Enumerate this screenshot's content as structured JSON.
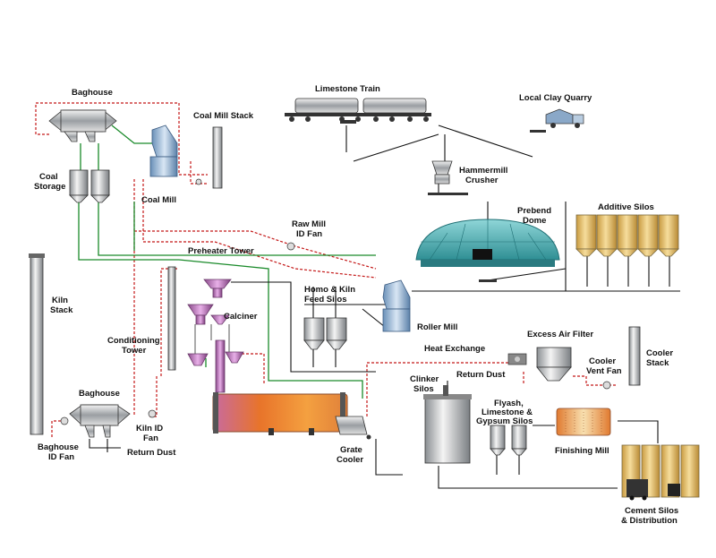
{
  "labels": {
    "baghouse_top": "Baghouse",
    "coal_mill_stack": "Coal Mill Stack",
    "limestone_train": "Limestone Train",
    "local_clay_quarry": "Local Clay Quarry",
    "coal_storage_1": "Coal",
    "coal_storage_2": "Storage",
    "coal_mill": "Coal Mill",
    "hammermill_1": "Hammermill",
    "hammermill_2": "Crusher",
    "prebend_1": "Prebend",
    "prebend_2": "Dome",
    "additive_silos": "Additive Silos",
    "raw_mill_1": "Raw Mill",
    "raw_mill_2": "ID Fan",
    "preheater_tower": "Preheater Tower",
    "kiln_stack_1": "Kiln",
    "kiln_stack_2": "Stack",
    "homo_1": "Homo & Kiln",
    "homo_2": "Feed Silos",
    "calciner": "Calciner",
    "roller_mill": "Roller Mill",
    "conditioning_1": "Conditioning",
    "conditioning_2": "Tower",
    "excess_air_filter": "Excess Air Filter",
    "heat_exchange": "Heat Exchange",
    "cooler_vent_1": "Cooler",
    "cooler_vent_2": "Vent Fan",
    "cooler_stack_1": "Cooler",
    "cooler_stack_2": "Stack",
    "return_dust_top": "Return Dust",
    "clinker_1": "Clinker",
    "clinker_2": "Silos",
    "baghouse_bottom": "Baghouse",
    "flyash_1": "Flyash,",
    "flyash_2": "Limestone &",
    "flyash_3": "Gypsum Silos",
    "kiln_id_1": "Kiln ID",
    "kiln_id_2": "Fan",
    "finishing_mill": "Finishing Mill",
    "baghouse_id_1": "Baghouse",
    "baghouse_id_2": "ID Fan",
    "return_dust_bottom": "Return Dust",
    "grate_1": "Grate",
    "grate_2": "Cooler",
    "cement_1": "Cement Silos",
    "cement_2": "& Distribution"
  },
  "colors": {
    "gas_flow": "#c41818",
    "coal_flow": "#1a8a2a",
    "material_flow": "#111111",
    "equipment_steel": "#b8bcc0",
    "silo_tan": "#e8c77a",
    "dome_teal": "#3fa9ad",
    "kiln_orange": "#e8742a"
  }
}
